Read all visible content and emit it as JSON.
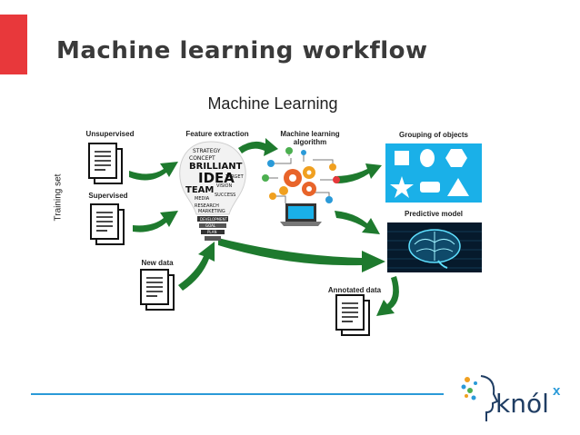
{
  "slide": {
    "title": "Machine learning workflow",
    "diagram_title": "Machine Learning"
  },
  "labels": {
    "unsupervised": "Unsupervised",
    "supervised": "Supervised",
    "training_set": "Training set",
    "new_data": "New data",
    "feature_extraction": "Feature extraction",
    "ml_algorithm_line1": "Machine learning",
    "ml_algorithm_line2": "algorithm",
    "grouping": "Grouping of objects",
    "predictive_model": "Predictive model",
    "annotated_data": "Annotated data"
  },
  "word_cloud": {
    "big_words": [
      "BRILLIANT",
      "IDEA",
      "TEAM"
    ],
    "small_words": [
      "STRATEGY",
      "CONCEPT",
      "TARGET",
      "VISION",
      "MEDIA",
      "SUCCESS",
      "RESEARCH",
      "MARKETING",
      "DEVELOPMENT",
      "GOAL",
      "PLAN"
    ]
  },
  "logo": {
    "text": "knól",
    "suffix": "x"
  },
  "colors": {
    "accent_red": "#e8383b",
    "arrow_green": "#1e7a2e",
    "grouping_panel": "#1ab0e8",
    "brain_panel": "#061a2c",
    "divider_blue": "#2a9ad8",
    "logo_navy": "#1f3d63"
  }
}
